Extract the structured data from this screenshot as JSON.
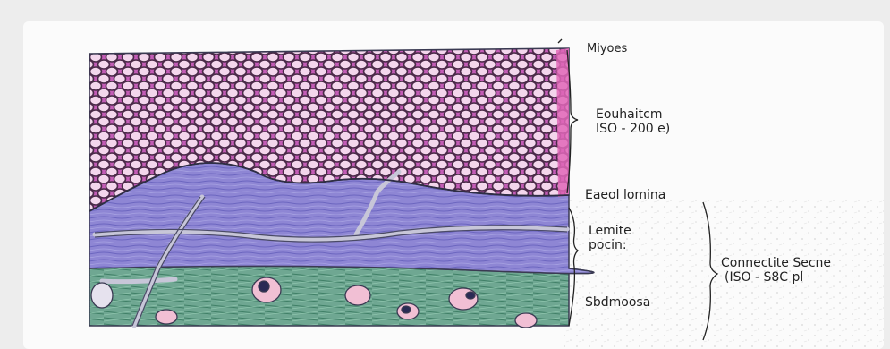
{
  "labels": {
    "myoes": "Miyoes",
    "epithelium_name": "Eouhaitcm",
    "epithelium_size": "ISO - 200 e)",
    "basal_lamina": "Eaeol lomina",
    "lamina_propria_1": "Lemite",
    "lamina_propria_2": "pocin:",
    "connective_name": "Connectite Secne",
    "connective_size": "(ISO -  S8C pl",
    "submucosa": "Sbdmoosa"
  },
  "colors": {
    "epithelium": "#c35cb6",
    "epithelium_cell": "#f3d6ec",
    "lamina_propria": "#8e86d4",
    "submucosa": "#6fa792",
    "nucleus": "#f1bfd4",
    "nucleus_dark": "#2a2a55",
    "vessel": "#c7c6d8",
    "outline": "#3a3a52"
  }
}
